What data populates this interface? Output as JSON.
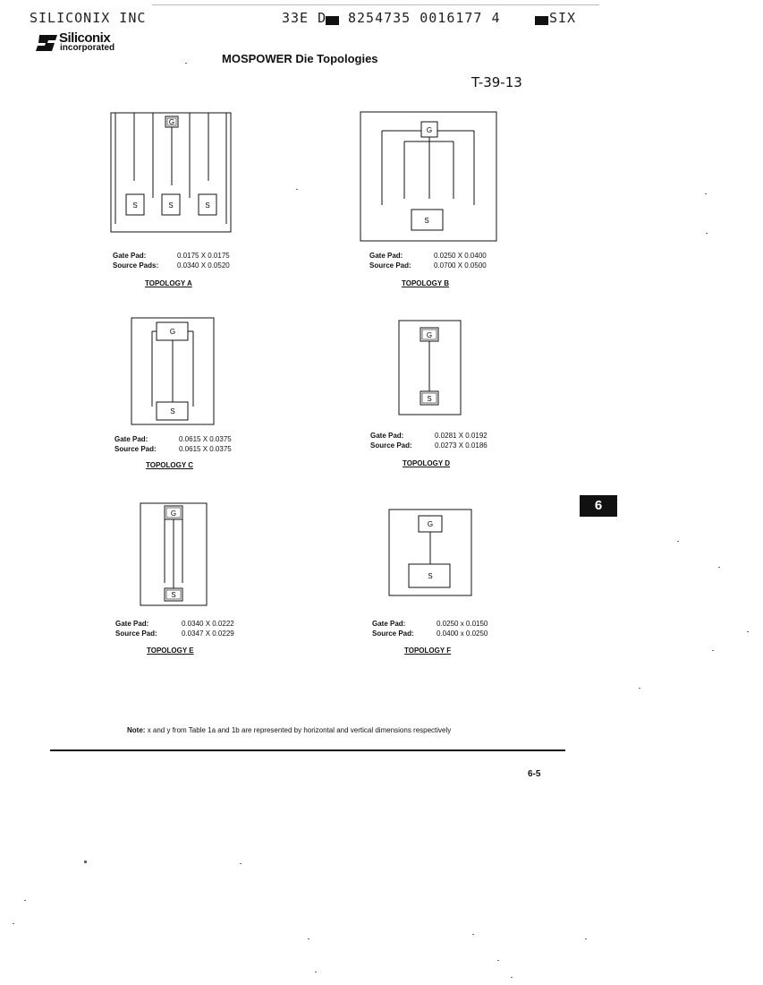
{
  "header": {
    "company": "SILICONIX INC",
    "code_prefix": "33E D",
    "code_number": "8254735 0016177 4",
    "code_suffix": "SIX"
  },
  "logo": {
    "name": "Siliconix",
    "sub": "incorporated"
  },
  "title": "MOSPOWER Die Topologies",
  "reference": "T-39-13",
  "gate_letter": "G",
  "source_letter": "S",
  "topologies": [
    {
      "gate_label": "Gate Pad:",
      "gate_value": "0.0175 X 0.0175",
      "source_label": "Source Pads:",
      "source_value": "0.0340 X 0.0520",
      "name": "TOPOLOGY A"
    },
    {
      "gate_label": "Gate Pad:",
      "gate_value": "0.0250 X 0.0400",
      "source_label": "Source Pad:",
      "source_value": "0.0700 X 0.0500",
      "name": "TOPOLOGY B"
    },
    {
      "gate_label": "Gate Pad:",
      "gate_value": "0.0615 X 0.0375",
      "source_label": "Source Pad:",
      "source_value": "0.0615 X 0.0375",
      "name": "TOPOLOGY C"
    },
    {
      "gate_label": "Gate Pad:",
      "gate_value": "0.0281 X 0.0192",
      "source_label": "Source Pad:",
      "source_value": "0.0273 X 0.0186",
      "name": "TOPOLOGY D"
    },
    {
      "gate_label": "Gate Pad:",
      "gate_value": "0.0340 X 0.0222",
      "source_label": "Source Pad:",
      "source_value": "0.0347 X 0.0229",
      "name": "TOPOLOGY E"
    },
    {
      "gate_label": "Gate Pad:",
      "gate_value": "0.0250 x 0.0150",
      "source_label": "Source Pad:",
      "source_value": "0.0400 x 0.0250",
      "name": "TOPOLOGY F"
    }
  ],
  "note_label": "Note:",
  "note_text": "x and y from Table 1a and 1b are represented by horizontal and vertical dimensions respectively",
  "page_number": "6-5",
  "section_tab": "6"
}
